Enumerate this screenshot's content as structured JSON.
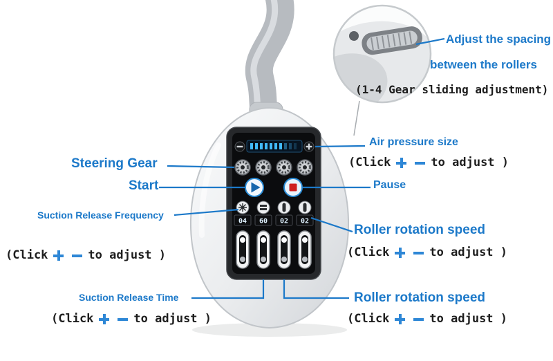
{
  "colors": {
    "label_blue": "#1c79c9",
    "line_blue": "#1c79c9",
    "note_black": "#1d1d1d",
    "pause_red": "#cf2020",
    "panel_black": "#0b0c0e"
  },
  "inset_note": {
    "line1": "Adjust the spacing",
    "line2": "between the rollers",
    "line3": "(1-4 Gear sliding adjustment)"
  },
  "callouts": {
    "air_pressure": "Air pressure size",
    "steering_gear": "Steering Gear",
    "start": "Start",
    "pause": "Pause",
    "suction_release_frequency": "Suction Release Frequency",
    "suction_release_time": "Suction Release Time",
    "roller_rotation_speed_top": "Roller rotation speed",
    "roller_rotation_speed_bottom": "Roller rotation speed"
  },
  "click_adjust": {
    "prefix": "(Click",
    "suffix": "to adjust )"
  },
  "panel": {
    "readouts": [
      "04",
      "60",
      "02",
      "02"
    ]
  }
}
